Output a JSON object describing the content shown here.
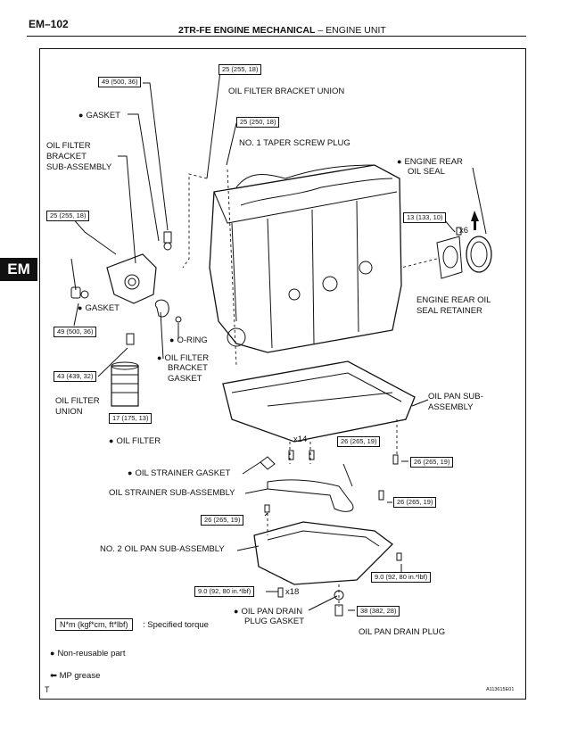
{
  "header": {
    "page_number": "EM–102",
    "title_bold": "2TR-FE ENGINE MECHANICAL",
    "title_sep": " – ",
    "title_rest": "ENGINE UNIT",
    "side_tab": "EM"
  },
  "labels": {
    "oil_filter_bracket_union": "OIL FILTER BRACKET UNION",
    "taper_screw_plug": "NO. 1 TAPER SCREW PLUG",
    "gasket_top": "GASKET",
    "bracket_subassy_1": "OIL FILTER",
    "bracket_subassy_2": "BRACKET",
    "bracket_subassy_3": "SUB-ASSEMBLY",
    "engine_rear_oil_seal_1": "ENGINE REAR",
    "engine_rear_oil_seal_2": "OIL SEAL",
    "x6": "x6",
    "retainer_1": "ENGINE REAR OIL",
    "retainer_2": "SEAL RETAINER",
    "gasket_mid": "GASKET",
    "o_ring": "O-RING",
    "bracket_gasket_1": "OIL FILTER",
    "bracket_gasket_2": "BRACKET",
    "bracket_gasket_3": "GASKET",
    "oil_filter_union_1": "OIL FILTER",
    "oil_filter_union_2": "UNION",
    "oil_pan_subassy_1": "OIL PAN SUB-",
    "oil_pan_subassy_2": "ASSEMBLY",
    "oil_filter": "OIL FILTER",
    "x14": "x14",
    "strainer_gasket": "OIL STRAINER GASKET",
    "strainer_subassy": "OIL STRAINER SUB-ASSEMBLY",
    "no2_oil_pan": "NO. 2 OIL PAN SUB-ASSEMBLY",
    "x18": "x18",
    "drain_gasket_1": "OIL PAN DRAIN",
    "drain_gasket_2": "PLUG GASKET",
    "drain_plug": "OIL PAN DRAIN PLUG"
  },
  "torques": {
    "t_49_top": "49 (500, 36)",
    "t_25_union": "25 (255, 18)",
    "t_25_plug": "25 (250, 18)",
    "t_25_bolts": "25 (255, 18)",
    "t_13": "13 (133, 10)",
    "t_49_mid": "49 (500, 36)",
    "t_43": "43 (439, 32)",
    "t_17": "17 (175, 13)",
    "t_26_a": "26 (265, 19)",
    "t_26_b": "26 (265, 19)",
    "t_26_c": "26 (265, 19)",
    "t_26_d": "26 (265, 19)",
    "t_9_left": "9.0 (92, 80 in.*lbf)",
    "t_9_right": "9.0 (92, 80 in.*lbf)",
    "t_38": "38 (382, 28)"
  },
  "legend": {
    "unit_box": "N*m (kgf*cm, ft*lbf)",
    "unit_text": ": Specified torque",
    "non_reusable": "Non-reusable part",
    "mp_grease": "MP grease"
  },
  "footer": {
    "corner": "T",
    "figure_code": "A113615E01"
  }
}
